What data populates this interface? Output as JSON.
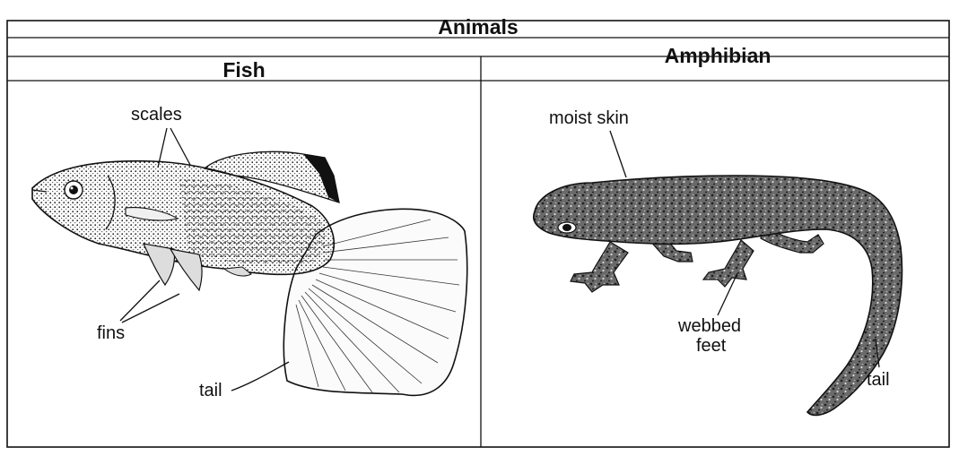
{
  "table": {
    "title": "Animals",
    "columns": [
      {
        "heading": "Fish"
      },
      {
        "heading": "Amphibian"
      }
    ]
  },
  "fish": {
    "labels": {
      "scales": "scales",
      "fins": "fins",
      "tail": "tail"
    }
  },
  "amphibian": {
    "labels": {
      "moist_skin": "moist skin",
      "webbed_line1": "webbed",
      "webbed_line2": "feet",
      "tail": "tail"
    }
  }
}
